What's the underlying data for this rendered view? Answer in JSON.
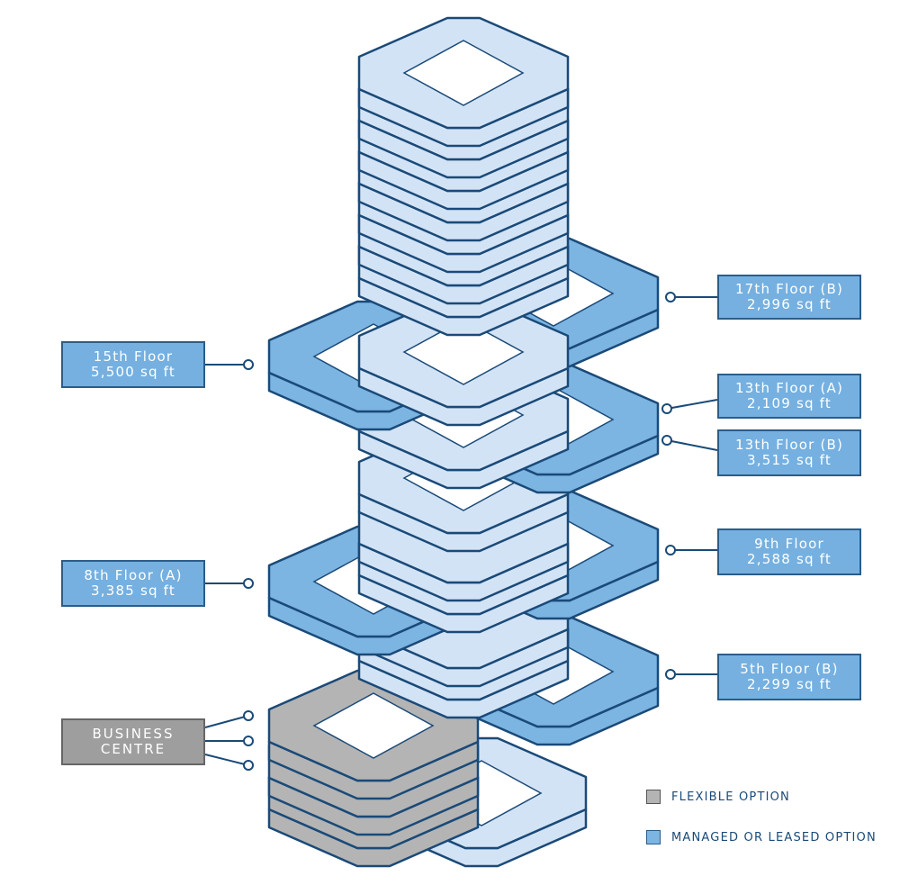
{
  "colors": {
    "stroke": "#1a4a78",
    "upper_floor_fill": "#d3e3f6",
    "managed_fill": "#7cb4e2",
    "flexible_fill": "#b4b4b4",
    "label_managed_bg": "#75b0e0",
    "label_managed_border": "#2b5d88",
    "label_flexible_bg": "#9e9e9e",
    "label_flexible_border": "#666666",
    "legend_text": "#1a4a78"
  },
  "floor_labels": [
    {
      "id": "17b",
      "line1": "17th Floor (B)",
      "line2": "2,996 sq ft",
      "category": "managed"
    },
    {
      "id": "15",
      "line1": "15th Floor",
      "line2": "5,500 sq ft",
      "category": "managed"
    },
    {
      "id": "13a",
      "line1": "13th Floor (A)",
      "line2": "2,109 sq ft",
      "category": "managed"
    },
    {
      "id": "13b",
      "line1": "13th Floor (B)",
      "line2": "3,515 sq ft",
      "category": "managed"
    },
    {
      "id": "9",
      "line1": "9th Floor",
      "line2": "2,588 sq ft",
      "category": "managed"
    },
    {
      "id": "8a",
      "line1": "8th Floor (A)",
      "line2": "3,385 sq ft",
      "category": "managed"
    },
    {
      "id": "5b",
      "line1": "5th Floor (B)",
      "line2": "2,299 sq ft",
      "category": "managed"
    },
    {
      "id": "bc",
      "line1": "BUSINESS",
      "line2": "CENTRE",
      "category": "flexible"
    }
  ],
  "legend": [
    {
      "label": "FLEXIBLE OPTION",
      "category": "flexible"
    },
    {
      "label": "MANAGED OR LEASED OPTION",
      "category": "managed"
    }
  ]
}
